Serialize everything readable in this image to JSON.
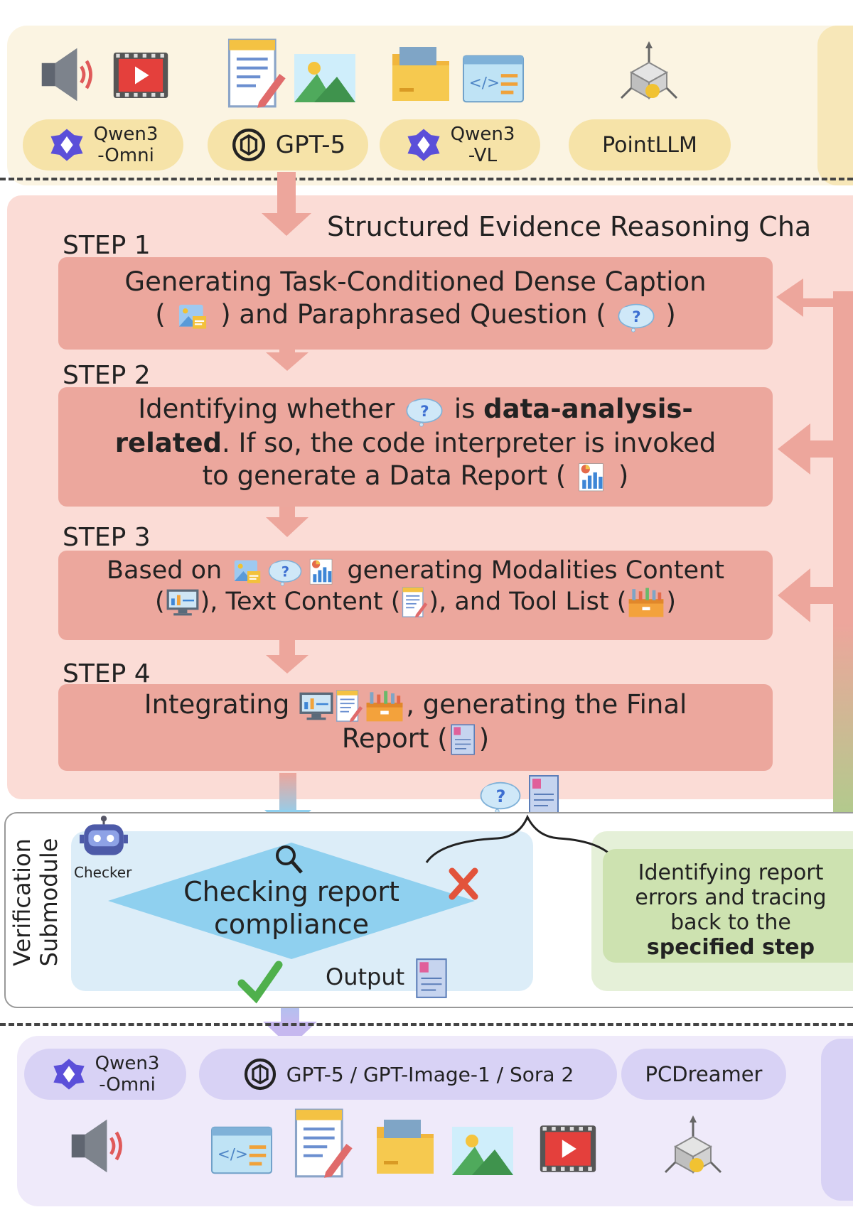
{
  "input_models": [
    {
      "line1": "Qwen3",
      "line2": "-Omni",
      "icon": "qwen-icon"
    },
    {
      "label": "GPT-5",
      "icon": "openai-icon"
    },
    {
      "line1": "Qwen3",
      "line2": "-VL",
      "icon": "qwen-icon"
    },
    {
      "label": "PointLLM"
    }
  ],
  "reasoning_chain": {
    "title": "Structured Evidence Reasoning Cha",
    "steps": [
      {
        "label": "STEP 1",
        "text1": "Generating Task-Conditioned Dense Caption",
        "text2a": "(",
        "text2b": ") and Paraphrased Question (",
        "text2c": ")"
      },
      {
        "label": "STEP 2",
        "text1a": "Identifying whether",
        "text1b": "is",
        "bold1": "data-analysis-",
        "bold2": "related",
        "text2": ". If so, the code interpreter is invoked",
        "text3a": "to generate a Data Report (",
        "text3b": ")"
      },
      {
        "label": "STEP 3",
        "text1a": "Based on",
        "text1b": "generating Modalities Content",
        "text2a": "(",
        "text2b": "), Text Content (",
        "text2c": "), and Tool List (",
        "text2d": ")"
      },
      {
        "label": "STEP 4",
        "text1a": "Integrating",
        "text1b": ", generating the Final",
        "text2a": "Report (",
        "text2b": ")"
      }
    ]
  },
  "verification": {
    "title_line1": "Verification",
    "title_line2": "Submodule",
    "checker_label": "Checker",
    "diamond_line1": "Checking report",
    "diamond_line2": "compliance",
    "output_label": "Output",
    "error_box": {
      "line1": "Identifying report",
      "line2": "errors and tracing",
      "line3": "back to the",
      "line4": "specified step"
    }
  },
  "output_models": [
    {
      "line1": "Qwen3",
      "line2": "-Omni",
      "icon": "qwen-icon"
    },
    {
      "label": "GPT-5 / GPT-Image-1 / Sora 2",
      "icon": "openai-icon"
    },
    {
      "label": "PCDreamer"
    }
  ],
  "colors": {
    "top_panel": "#fbf4e2",
    "top_pill": "#f6e3a8",
    "reasoning_panel": "#fbdcd6",
    "step_box": "#eca79d",
    "arrow_red": "#eda69c",
    "verif_inner": "#dcedf8",
    "diamond": "#8fd0ef",
    "green_box": "#cde2b0",
    "bottom_panel": "#efeafa",
    "bottom_pill": "#d8d2f5"
  }
}
